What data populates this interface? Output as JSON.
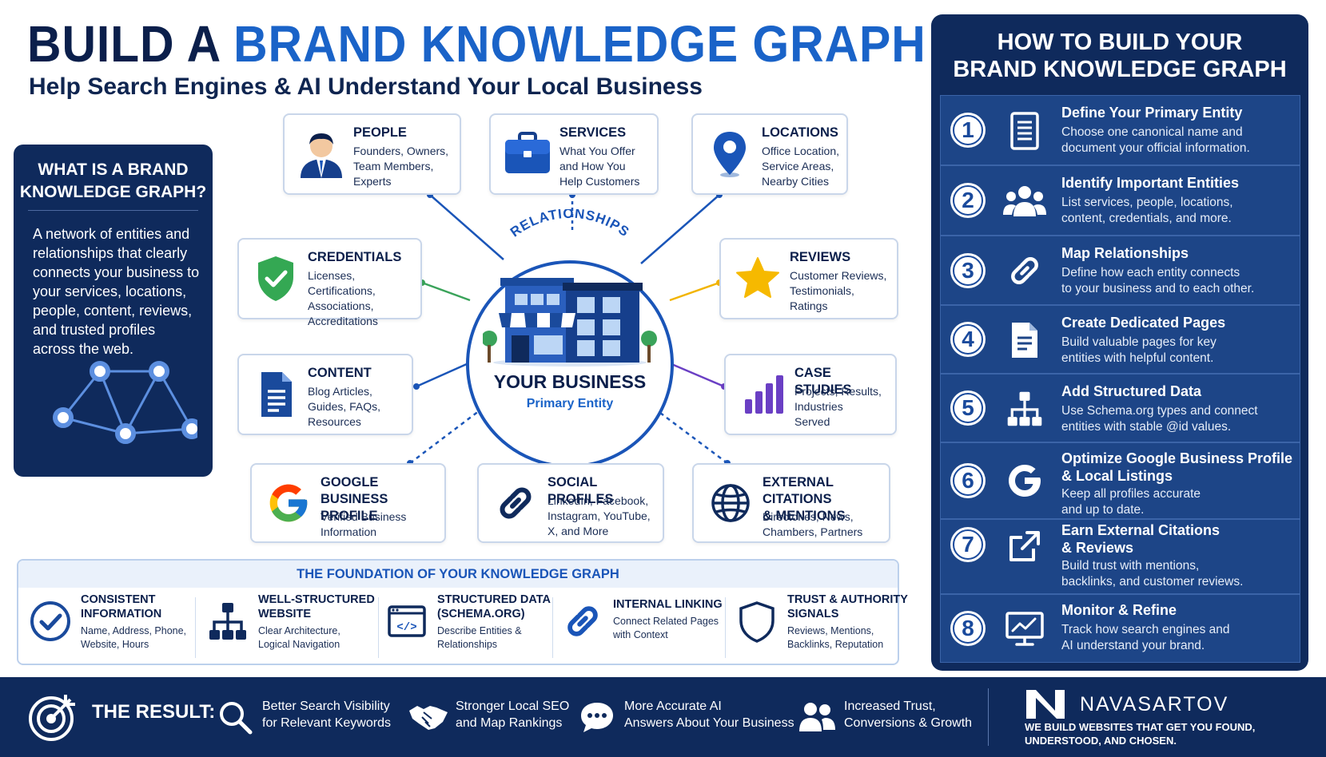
{
  "header": {
    "title_part1": "BUILD A",
    "title_part2": "BRAND KNOWLEDGE GRAPH",
    "subtitle": "Help Search Engines & AI Understand Your Local Business"
  },
  "what_is": {
    "title_line1": "WHAT IS A BRAND",
    "title_line2": "KNOWLEDGE GRAPH?",
    "text": "A network of entities and relationships that clearly connects your business to your services, locations, people, content, reviews, and trusted profiles across the web."
  },
  "center": {
    "relationships": "RELATIONSHIPS",
    "name": "YOUR BUSINESS",
    "subtitle": "Primary Entity"
  },
  "entities": {
    "people": {
      "title": "PEOPLE",
      "desc1": "Founders, Owners,",
      "desc2": "Team Members,",
      "desc3": "Experts"
    },
    "services": {
      "title": "SERVICES",
      "desc1": "What You Offer",
      "desc2": "and How You",
      "desc3": "Help Customers"
    },
    "locations": {
      "title": "LOCATIONS",
      "desc1": "Office Location,",
      "desc2": "Service Areas,",
      "desc3": "Nearby Cities"
    },
    "credentials": {
      "title": "CREDENTIALS",
      "desc1": "Licenses, Certifications,",
      "desc2": "Associations,",
      "desc3": "Accreditations"
    },
    "reviews": {
      "title": "REVIEWS",
      "desc1": "Customer Reviews,",
      "desc2": "Testimonials,",
      "desc3": "Ratings"
    },
    "content": {
      "title": "CONTENT",
      "desc1": "Blog Articles,",
      "desc2": "Guides, FAQs,",
      "desc3": "Resources"
    },
    "case_studies": {
      "title": "CASE STUDIES",
      "desc1": "Projects, Results,",
      "desc2": "Industries",
      "desc3": "Served"
    },
    "google": {
      "title1": "GOOGLE BUSINESS",
      "title2": "PROFILE",
      "desc1": "Verified Business",
      "desc2": "Information"
    },
    "social": {
      "title": "SOCIAL PROFILES",
      "desc1": "LinkedIn, Facebook,",
      "desc2": "Instagram, YouTube,",
      "desc3": "X, and More"
    },
    "citations": {
      "title1": "EXTERNAL CITATIONS",
      "title2": "& MENTIONS",
      "desc1": "Directories, News,",
      "desc2": "Chambers, Partners"
    }
  },
  "foundation": {
    "title": "THE FOUNDATION OF YOUR KNOWLEDGE GRAPH",
    "items": [
      {
        "t1": "CONSISTENT",
        "t2": "INFORMATION",
        "d1": "Name, Address, Phone,",
        "d2": "Website, Hours"
      },
      {
        "t1": "WELL-STRUCTURED",
        "t2": "WEBSITE",
        "d1": "Clear Architecture,",
        "d2": "Logical Navigation"
      },
      {
        "t1": "STRUCTURED DATA",
        "t2": "(SCHEMA.ORG)",
        "d1": "Describe Entities &",
        "d2": "Relationships"
      },
      {
        "t1": "INTERNAL LINKING",
        "t2": "",
        "d1": "Connect Related Pages",
        "d2": "with Context"
      },
      {
        "t1": "TRUST & AUTHORITY",
        "t2": "SIGNALS",
        "d1": "Reviews, Mentions,",
        "d2": "Backlinks, Reputation"
      }
    ]
  },
  "steps": {
    "title_line1": "HOW TO BUILD YOUR",
    "title_line2": "BRAND KNOWLEDGE GRAPH",
    "items": [
      {
        "num": "1",
        "t1": "Define Your Primary Entity",
        "t2": "",
        "d1": "Choose one canonical name and",
        "d2": "document your official information."
      },
      {
        "num": "2",
        "t1": "Identify Important Entities",
        "t2": "",
        "d1": "List services, people, locations,",
        "d2": "content, credentials, and more."
      },
      {
        "num": "3",
        "t1": "Map Relationships",
        "t2": "",
        "d1": "Define how each entity connects",
        "d2": "to your business and to each other."
      },
      {
        "num": "4",
        "t1": "Create Dedicated Pages",
        "t2": "",
        "d1": "Build valuable pages for key",
        "d2": "entities with helpful content."
      },
      {
        "num": "5",
        "t1": "Add Structured Data",
        "t2": "",
        "d1": "Use Schema.org types and connect",
        "d2": "entities with stable @id values."
      },
      {
        "num": "6",
        "t1": "Optimize Google Business Profile",
        "t2": "& Local Listings",
        "d1": "Keep all profiles accurate",
        "d2": "and up to date."
      },
      {
        "num": "7",
        "t1": "Earn External Citations",
        "t2": "& Reviews",
        "d1": "Build trust with mentions,",
        "d2": "backlinks, and customer reviews."
      },
      {
        "num": "8",
        "t1": "Monitor & Refine",
        "t2": "",
        "d1": "Track how search engines and",
        "d2": "AI understand your brand."
      }
    ]
  },
  "result": {
    "label": "THE RESULT:",
    "items": [
      {
        "l1": "Better Search Visibility",
        "l2": "for Relevant Keywords"
      },
      {
        "l1": "Stronger Local SEO",
        "l2": "and Map Rankings"
      },
      {
        "l1": "More Accurate AI",
        "l2": "Answers About Your Business"
      },
      {
        "l1": "Increased Trust,",
        "l2": "Conversions & Growth"
      }
    ]
  },
  "brand": {
    "name": "NAVASARTOV",
    "tagline1": "WE BUILD WEBSITES THAT GET YOU FOUND,",
    "tagline2": "UNDERSTOOD, AND CHOSEN."
  },
  "colors": {
    "navy": "#0f2a5c",
    "accent_blue": "#1a63c8",
    "credentials_line": "#3aa35a",
    "reviews_line": "#f2b400",
    "case_studies_line": "#6a3fc4"
  }
}
